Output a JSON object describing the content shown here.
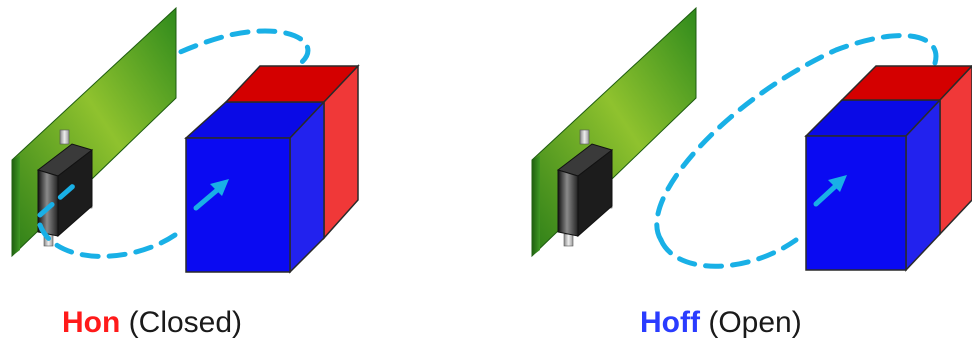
{
  "colors": {
    "on_label": "#ff1a1a",
    "off_label": "#2a3cff",
    "field_line": "#19b0e6",
    "pcb_dark": "#2f8a1c",
    "pcb_light": "#b8d638",
    "magnet_north": "#0a0ae6",
    "magnet_south": "#ee2a2a"
  },
  "panels": [
    {
      "state_label": "Hon",
      "state_note": "(Closed)",
      "sensor_icon": "hall-sensor-icon",
      "magnet_icon": "bar-magnet-icon"
    },
    {
      "state_label": "Hoff",
      "state_note": "(Open)",
      "sensor_icon": "hall-sensor-icon",
      "magnet_icon": "bar-magnet-icon"
    }
  ]
}
